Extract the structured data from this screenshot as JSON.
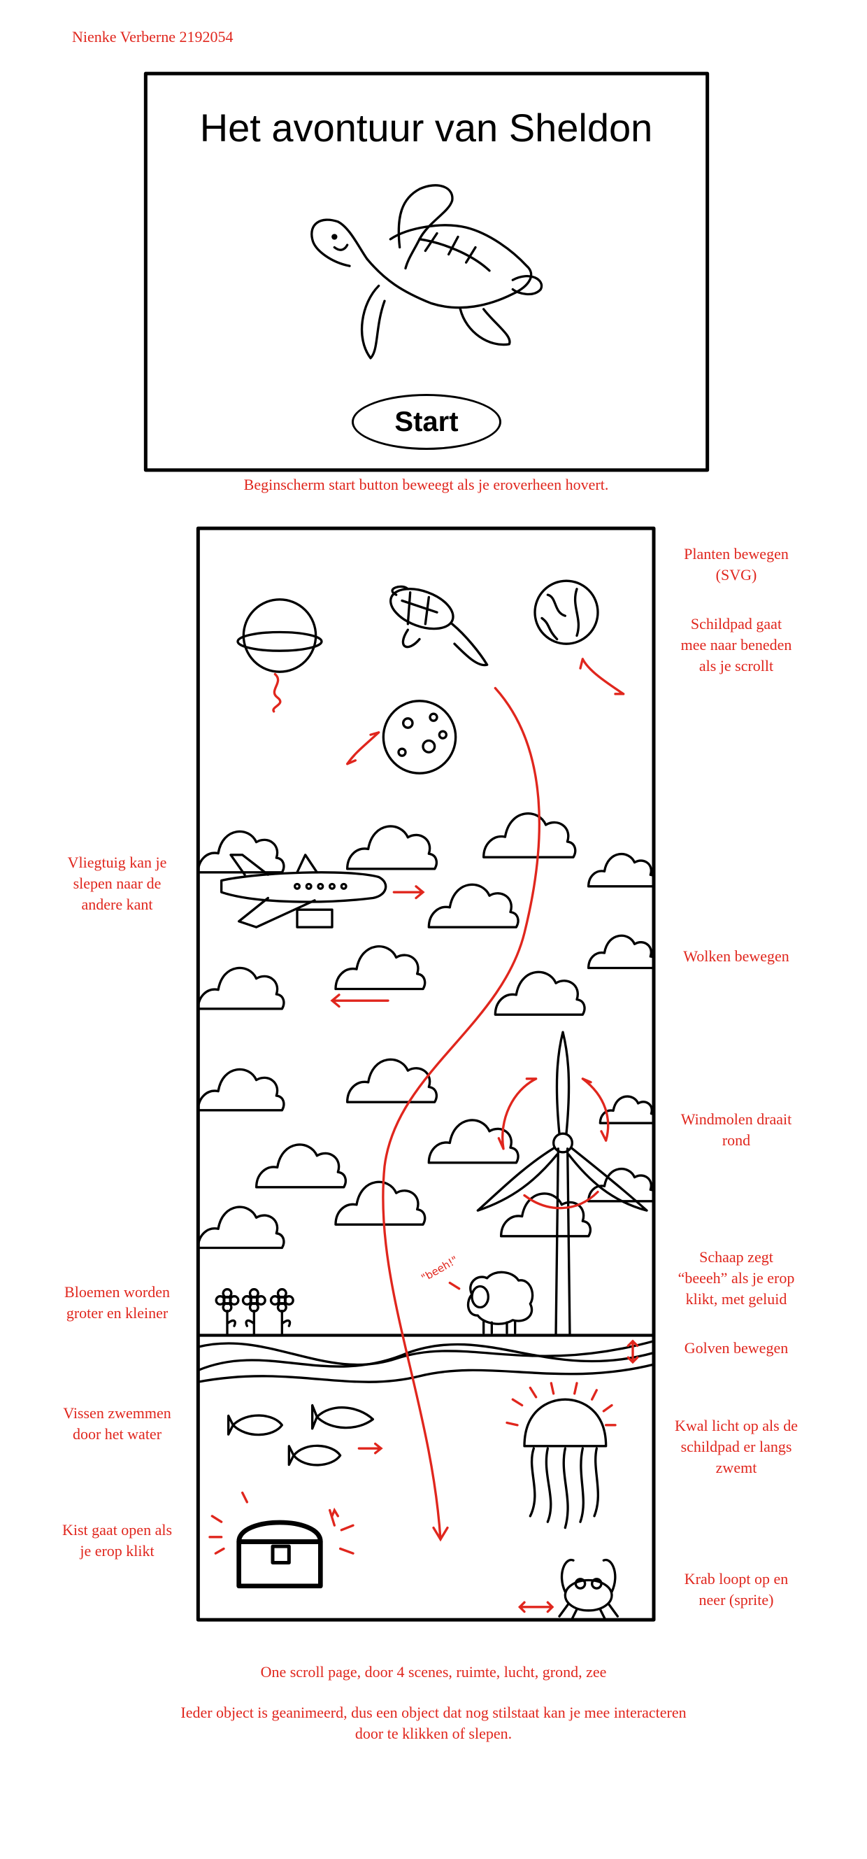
{
  "author": "Nienke Verberne 2192054",
  "start_screen": {
    "title": "Het avontuur van Sheldon",
    "start_label": "Start",
    "caption": "Beginscherm start button beweegt als je eroverheen hovert."
  },
  "scene": {
    "sheep_sound": "\"beeh!\""
  },
  "notes_right": {
    "plants": "Planten bewegen\n(SVG)",
    "turtle": "Schildpad gaat\nmee naar beneden\nals je scrollt",
    "clouds": "Wolken bewegen",
    "windmill": "Windmolen draait\nrond",
    "sheep": "Schaap zegt\n“beeeh” als je erop\nklikt, met geluid",
    "waves": "Golven bewegen",
    "jellyfish": "Kwal licht op als de\nschildpad er langs\nzwemt",
    "crab": "Krab loopt op en\nneer (sprite)"
  },
  "notes_left": {
    "plane": "Vliegtuig kan je\nslepen naar de\nandere kant",
    "flowers": "Bloemen worden\ngroter en kleiner",
    "fish": "Vissen zwemmen\ndoor het water",
    "chest": "Kist gaat open als\nje erop klikt"
  },
  "footer": {
    "line1": "One scroll page, door 4 scenes, ruimte, lucht, grond, zee",
    "line2": "Ieder object is geanimeerd, dus een object dat nog stilstaat kan je mee interacteren\ndoor te klikken of slepen."
  },
  "colors": {
    "annotation": "#e0261d",
    "ink": "#000000"
  }
}
